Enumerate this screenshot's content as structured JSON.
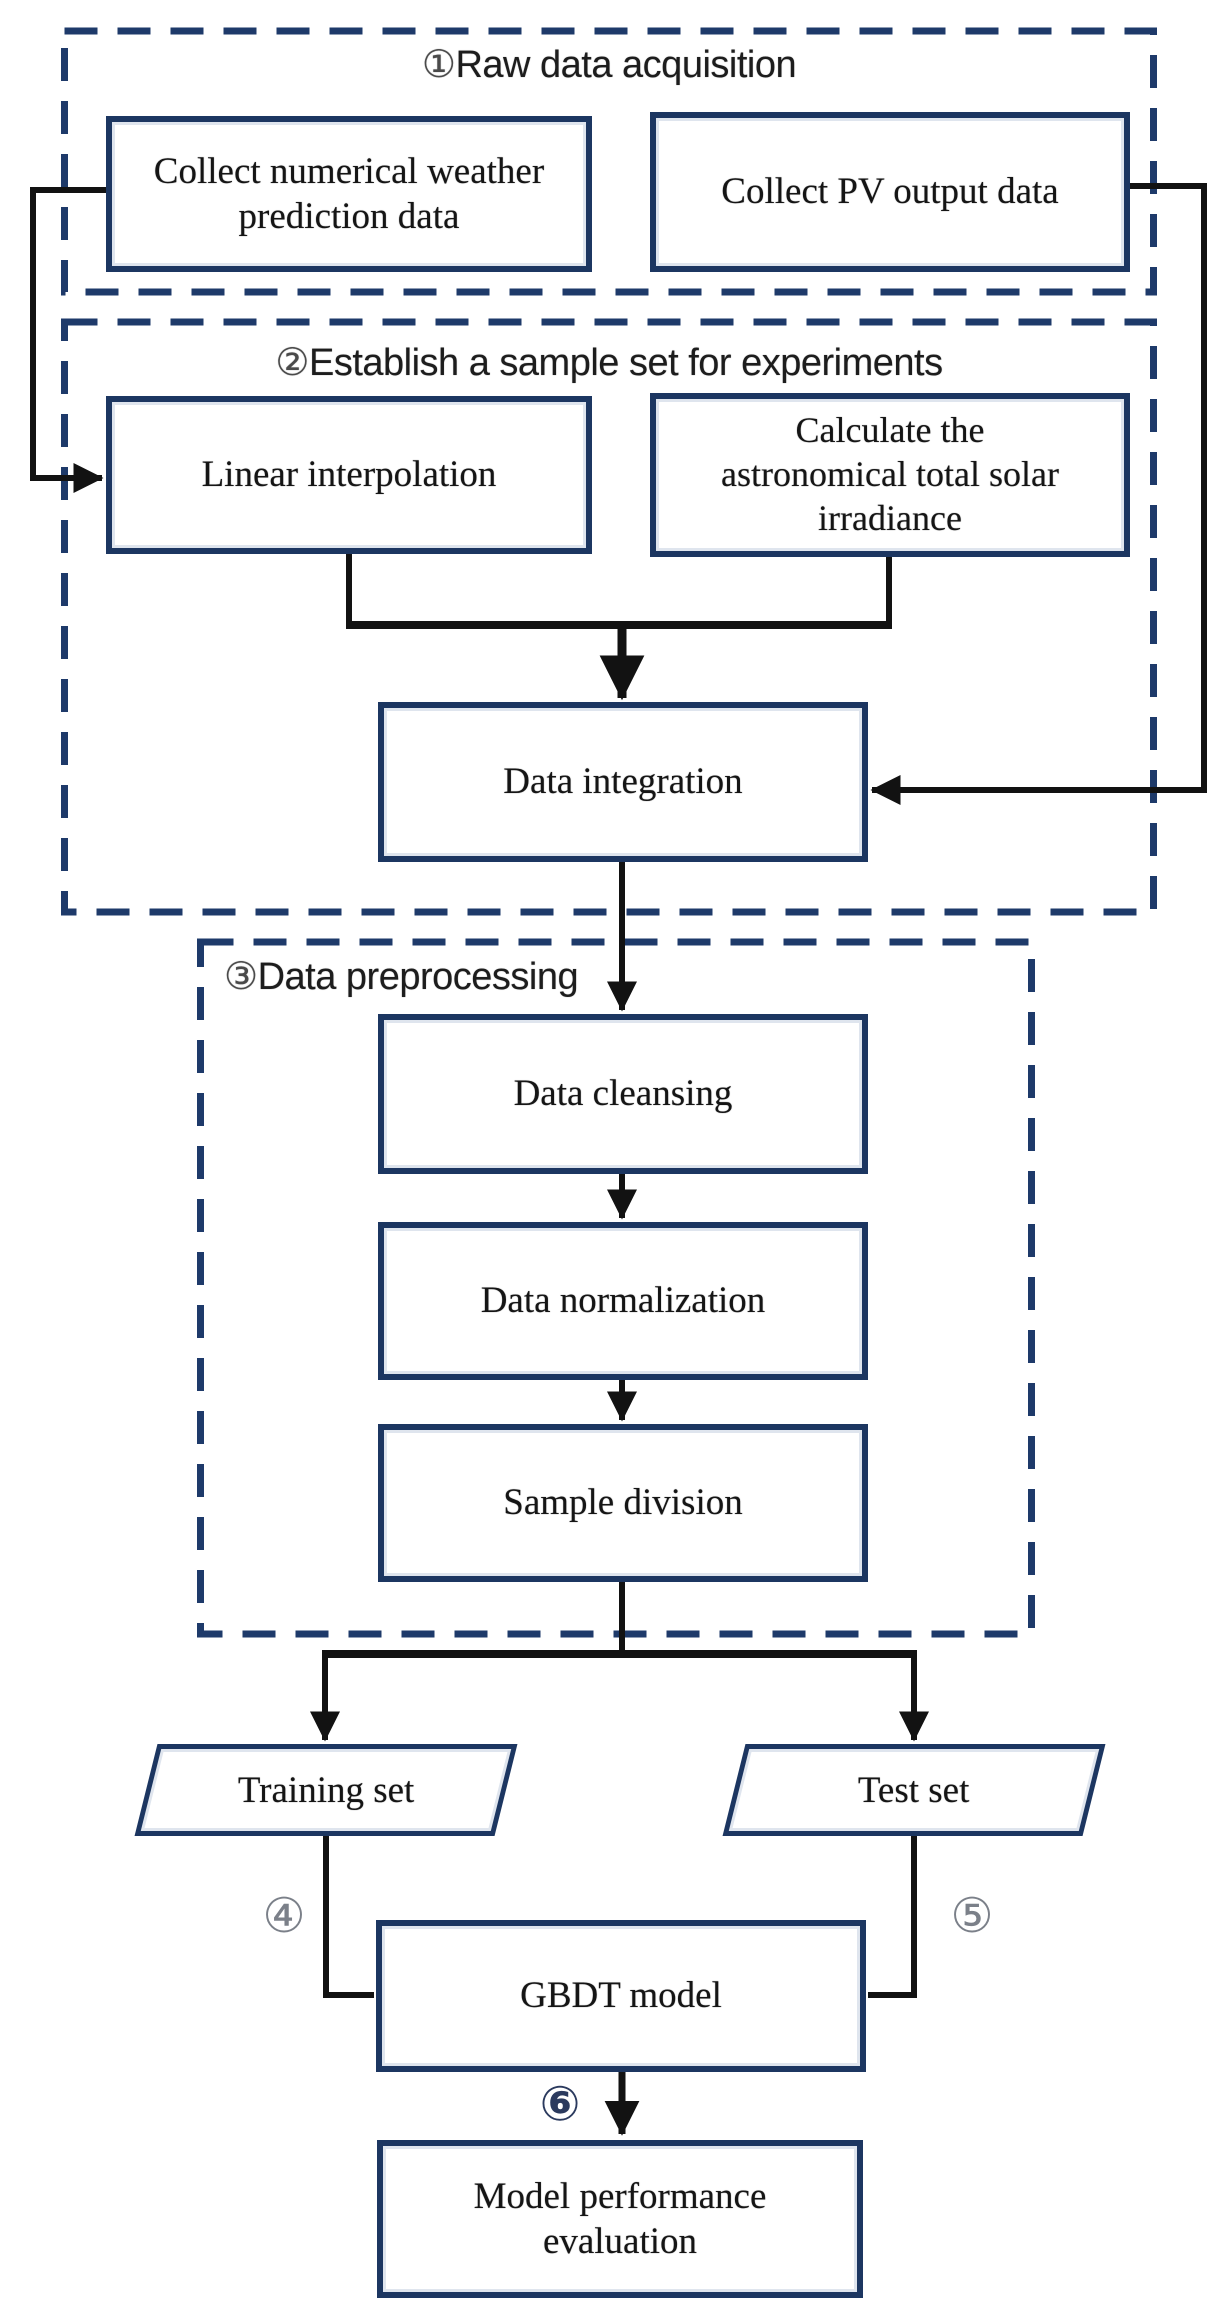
{
  "sections": [
    {
      "number": "①",
      "label": "Raw data acquisition"
    },
    {
      "number": "②",
      "label": "Establish a sample set for experiments"
    },
    {
      "number": "③",
      "label": "Data preprocessing"
    }
  ],
  "boxes": {
    "collect_nwp": "Collect numerical weather prediction data",
    "collect_pv": "Collect PV output data",
    "linear_interpolation": "Linear interpolation",
    "calc_astro": "Calculate the astronomical total solar irradiance",
    "data_integration": "Data integration",
    "data_cleansing": "Data cleansing",
    "data_normalization": "Data normalization",
    "sample_division": "Sample division",
    "gbdt_model": "GBDT model",
    "model_evaluation": "Model performance evaluation"
  },
  "io_shapes": {
    "training_set": "Training set",
    "test_set": "Test set"
  },
  "steps": {
    "step4": "④",
    "step5": "⑤",
    "step6": "⑥"
  },
  "colors": {
    "box_border": "#1c3661",
    "dashed_border": "#1e3a6a",
    "connector": "#121212",
    "text": "#151515",
    "background": "#ffffff"
  }
}
